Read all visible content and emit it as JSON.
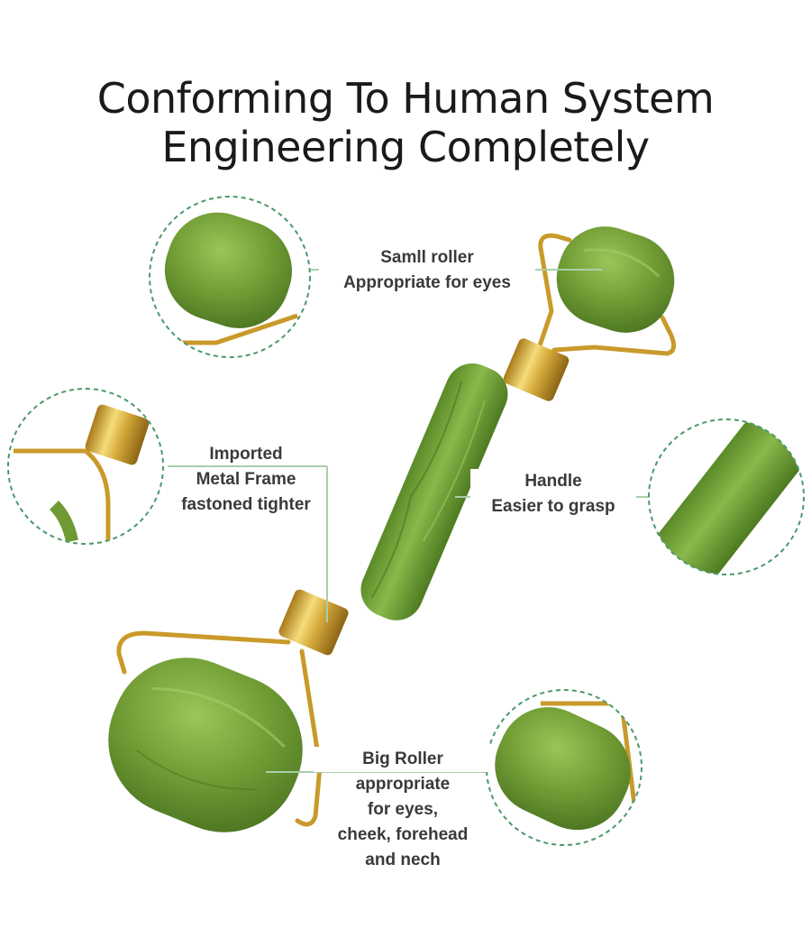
{
  "title": {
    "line1": "Conforming To Human System",
    "line2": "Engineering Completely"
  },
  "callouts": {
    "small_roller": {
      "line1": "Samll roller",
      "line2": "Appropriate for eyes"
    },
    "metal_frame": {
      "line1": "Imported",
      "line2": "Metal Frame",
      "line3": "fastoned tighter"
    },
    "handle": {
      "line1": "Handle",
      "line2": "Easier to grasp"
    },
    "big_roller": {
      "line1": "Big Roller",
      "line2": "appropriate",
      "line3": "for eyes,",
      "line4": "cheek, forehead",
      "line5": "and nech"
    }
  },
  "icons": {
    "product": "jade-roller-illustration",
    "detail_circles": [
      "small-roller-detail",
      "metal-frame-detail",
      "handle-detail",
      "big-roller-detail"
    ]
  },
  "colors": {
    "jade": "#6f9a33",
    "jade_dark": "#4f7a22",
    "gold": "#d4a93a",
    "leader_line": "#a8cfa8",
    "dashed_circle": "#4a9a6a",
    "text": "#3a3a3a",
    "title": "#1a1a1a"
  }
}
